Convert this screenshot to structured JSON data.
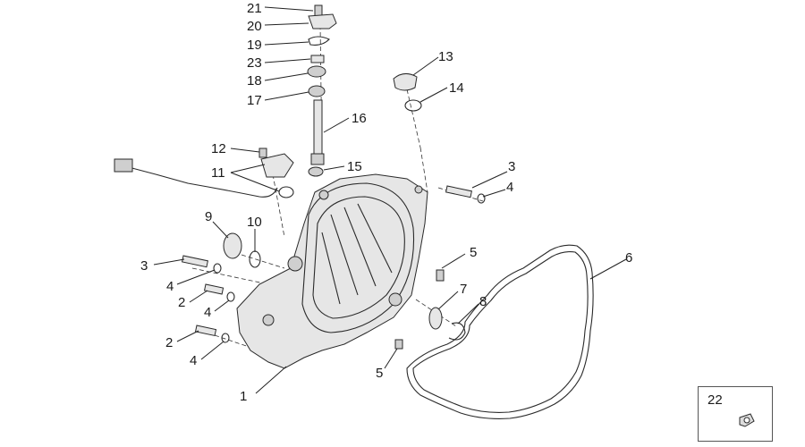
{
  "diagram": {
    "labels": {
      "l1": "1",
      "l2a": "2",
      "l2b": "2",
      "l3a": "3",
      "l3b": "3",
      "l4a": "4",
      "l4b": "4",
      "l4c": "4",
      "l4d": "4",
      "l5a": "5",
      "l5b": "5",
      "l6": "6",
      "l7": "7",
      "l8": "8",
      "l9": "9",
      "l10": "10",
      "l11": "11",
      "l12": "12",
      "l13": "13",
      "l14": "14",
      "l15": "15",
      "l16": "16",
      "l17": "17",
      "l18": "18",
      "l19": "19",
      "l20": "20",
      "l21": "21",
      "l23": "23"
    },
    "inset": {
      "label": "22"
    }
  }
}
